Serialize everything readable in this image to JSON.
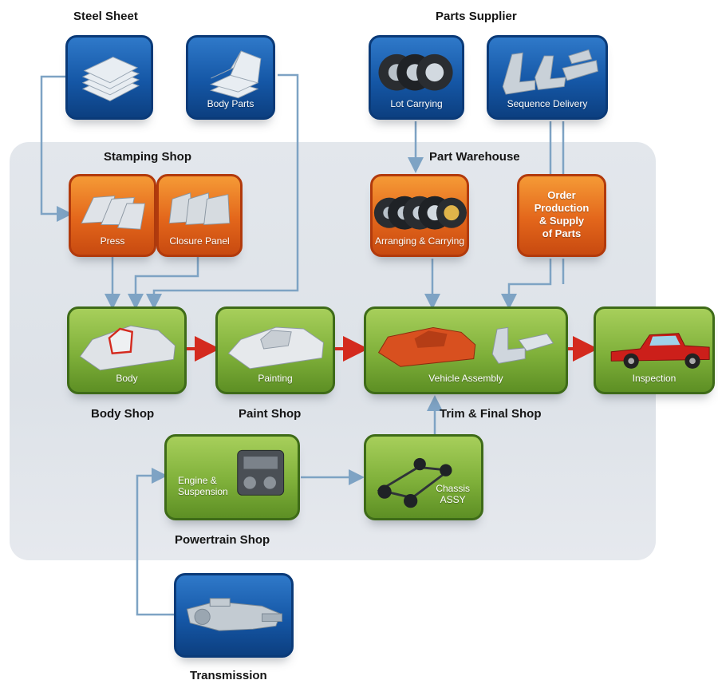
{
  "headings": {
    "steel_sheet": "Steel Sheet",
    "parts_supplier": "Parts Supplier",
    "stamping_shop": "Stamping Shop",
    "part_warehouse": "Part Warehouse",
    "body_shop": "Body Shop",
    "paint_shop": "Paint Shop",
    "trim_final_shop": "Trim & Final Shop",
    "powertrain_shop": "Powertrain Shop",
    "transmission": "Transmission"
  },
  "tiles": {
    "body_parts": "Body Parts",
    "lot_carrying": "Lot Carrying",
    "sequence_delivery": "Sequence Delivery",
    "press": "Press",
    "closure_panel": "Closure Panel",
    "arranging_carrying": "Arranging & Carrying",
    "order_production": "Order\nProduction\n& Supply\nof Parts",
    "body": "Body",
    "painting": "Painting",
    "vehicle_assembly": "Vehicle Assembly",
    "inspection": "Inspection",
    "engine_suspension": "Engine &\nSuspension",
    "chassis_assy": "Chassis\nASSY"
  },
  "colors": {
    "supply_tile": "#1a5fae",
    "shop_tile": "#e3661b",
    "process_tile": "#7fb03a",
    "flow_line": "#7ea3c4",
    "main_flow_arrow": "#d42a1e",
    "panel": "#e0e4ea"
  }
}
